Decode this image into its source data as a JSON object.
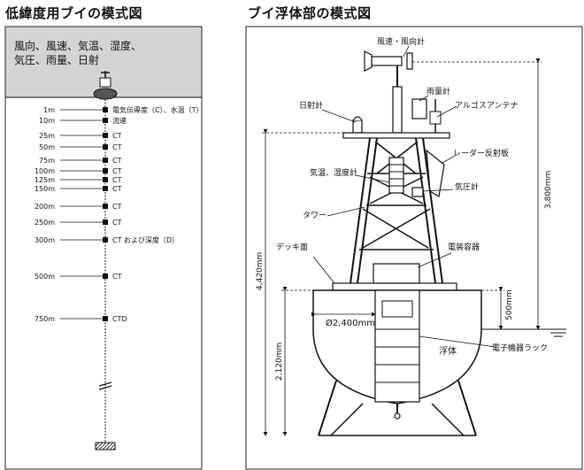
{
  "left": {
    "title": "低緯度用ブイの模式図",
    "surface_sensors_line1": "風向、風速、気温、湿度、",
    "surface_sensors_line2": "気圧、雨量、日射",
    "depths": [
      {
        "depth": "1m",
        "sensor": "電気伝導度（C）、水温（T）"
      },
      {
        "depth": "10m",
        "sensor": "流速"
      },
      {
        "depth": "25m",
        "sensor": "CT"
      },
      {
        "depth": "50m",
        "sensor": "CT"
      },
      {
        "depth": "75m",
        "sensor": "CT"
      },
      {
        "depth": "100m",
        "sensor": "CT"
      },
      {
        "depth": "125m",
        "sensor": "CT"
      },
      {
        "depth": "150m",
        "sensor": "CT"
      },
      {
        "depth": "200m",
        "sensor": "CT"
      },
      {
        "depth": "250m",
        "sensor": "CT"
      },
      {
        "depth": "300m",
        "sensor": "CT および深度（D）"
      },
      {
        "depth": "500m",
        "sensor": "CT"
      },
      {
        "depth": "750m",
        "sensor": "CTD"
      }
    ]
  },
  "right": {
    "title": "ブイ浮体部の模式図",
    "labels": {
      "wind": "風速・風向計",
      "rain": "雨量計",
      "solar": "日射計",
      "argos": "アルゴスアンテナ",
      "radar": "レーダー反射板",
      "humidity": "気温、湿度計",
      "pressure": "気圧計",
      "tower": "タワー",
      "deck": "デッキ面",
      "battery": "電装容器",
      "diameter": "Ø2,400mm",
      "float": "浮体",
      "rack": "電子機器ラック"
    },
    "dimensions": {
      "height_total": "4,420mm",
      "height_top": "3,800mm",
      "height_bottom": "2,120mm",
      "draft": "500mm"
    }
  }
}
